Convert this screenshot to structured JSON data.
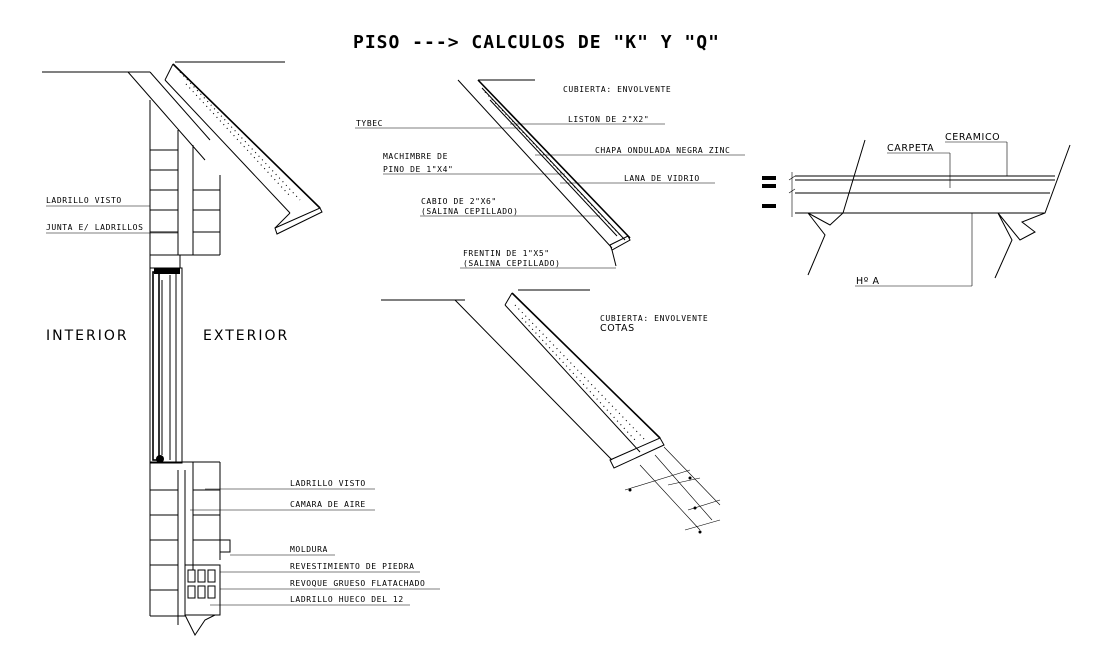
{
  "title": "PISO ---> CALCULOS DE \"K\" Y \"Q\"",
  "wall": {
    "interior": "INTERIOR",
    "exterior": "EXTERIOR",
    "labels": {
      "ladrillo_visto_top": "LADRILLO VISTO",
      "junta": "JUNTA E/ LADRILLOS",
      "ladrillo_visto_bottom": "LADRILLO VISTO",
      "camara": "CAMARA DE AIRE",
      "moldura": "MOLDURA",
      "revestimiento": "REVESTIMIENTO DE PIEDRA",
      "revoque": "REVOQUE GRUESO FLATACHADO",
      "ladrillo_hueco": "LADRILLO HUECO DEL 12"
    }
  },
  "roof_detail": {
    "cubierta": "CUBIERTA: ENVOLVENTE",
    "liston": "LISTON DE 2\"X2\"",
    "tybec": "TYBEC",
    "chapa": "CHAPA ONDULADA NEGRA ZINC",
    "machimbre_1": "MACHIMBRE DE",
    "machimbre_2": "PINO DE 1\"X4\"",
    "lana": "LANA DE VIDRIO",
    "cabio_1": "CABIO DE 2\"X6\"",
    "cabio_2": "(SALINA CEPILLADO)",
    "frentin_1": "FRENTIN DE 1\"X5\"",
    "frentin_2": "(SALINA CEPILLADO)"
  },
  "roof_dims": {
    "cubierta": "CUBIERTA: ENVOLVENTE",
    "cotas": "COTAS"
  },
  "floor": {
    "carpeta": "CARPETA",
    "ceramico": "CERAMICO",
    "hormigon": "Hº A"
  }
}
